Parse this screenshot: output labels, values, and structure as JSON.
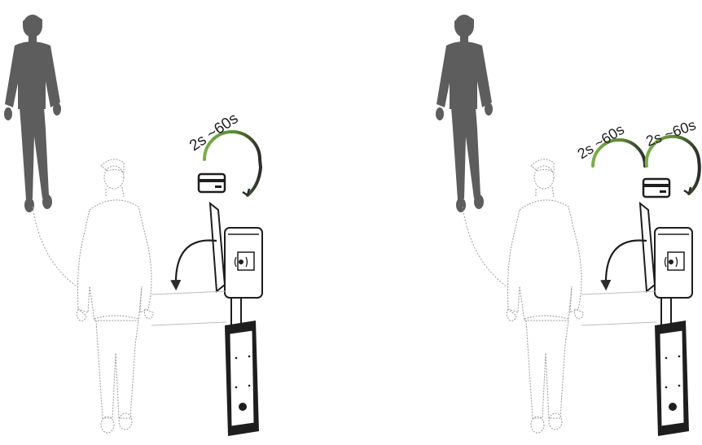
{
  "colors": {
    "person_solid": "#5d5d5d",
    "outline": "#555555",
    "dotted": "#9a9a9a",
    "arc_green": "#78b043",
    "arc_dark": "#2b2b2b",
    "turnstile_dark": "#1e1e1e",
    "turnstile_panel": "#ffffff",
    "background": "#ffffff"
  },
  "panels": [
    {
      "id": "single-swipe",
      "timer_labels": [
        "2s ~60s"
      ]
    },
    {
      "id": "double-swipe",
      "timer_labels": [
        "2s ~60s",
        "2s ~60s"
      ]
    }
  ],
  "icons": [
    "card-icon",
    "rfid-reader-icon",
    "swing-arrow-icon",
    "timer-arc-icon"
  ]
}
